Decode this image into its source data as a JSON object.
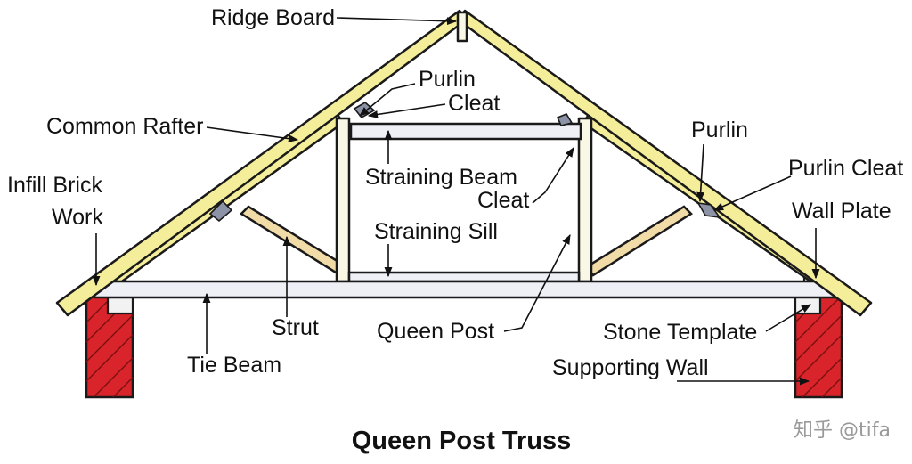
{
  "diagram": {
    "title": "Queen Post Truss",
    "watermark": "知乎 @tifa",
    "labels": {
      "ridge_board": "Ridge Board",
      "purlin_left": "Purlin",
      "cleat_top": "Cleat",
      "common_rafter": "Common Rafter",
      "infill_line1": "Infill Brick",
      "infill_line2": "Work",
      "straining_beam": "Straining Beam",
      "cleat_mid": "Cleat",
      "straining_sill": "Straining Sill",
      "purlin_right": "Purlin",
      "purlin_cleat": "Purlin Cleat",
      "wall_plate": "Wall Plate",
      "strut": "Strut",
      "queen_post": "Queen Post",
      "stone_template": "Stone Template",
      "tie_beam": "Tie Beam",
      "supporting_wall": "Supporting  Wall"
    },
    "colors": {
      "rafter": "#f4ee9a",
      "queen_post": "#f9f8e6",
      "tie_beam": "#eef0f6",
      "strut": "#f1dca8",
      "wall": "#d8242a",
      "cleat": "#8c93a6"
    }
  }
}
